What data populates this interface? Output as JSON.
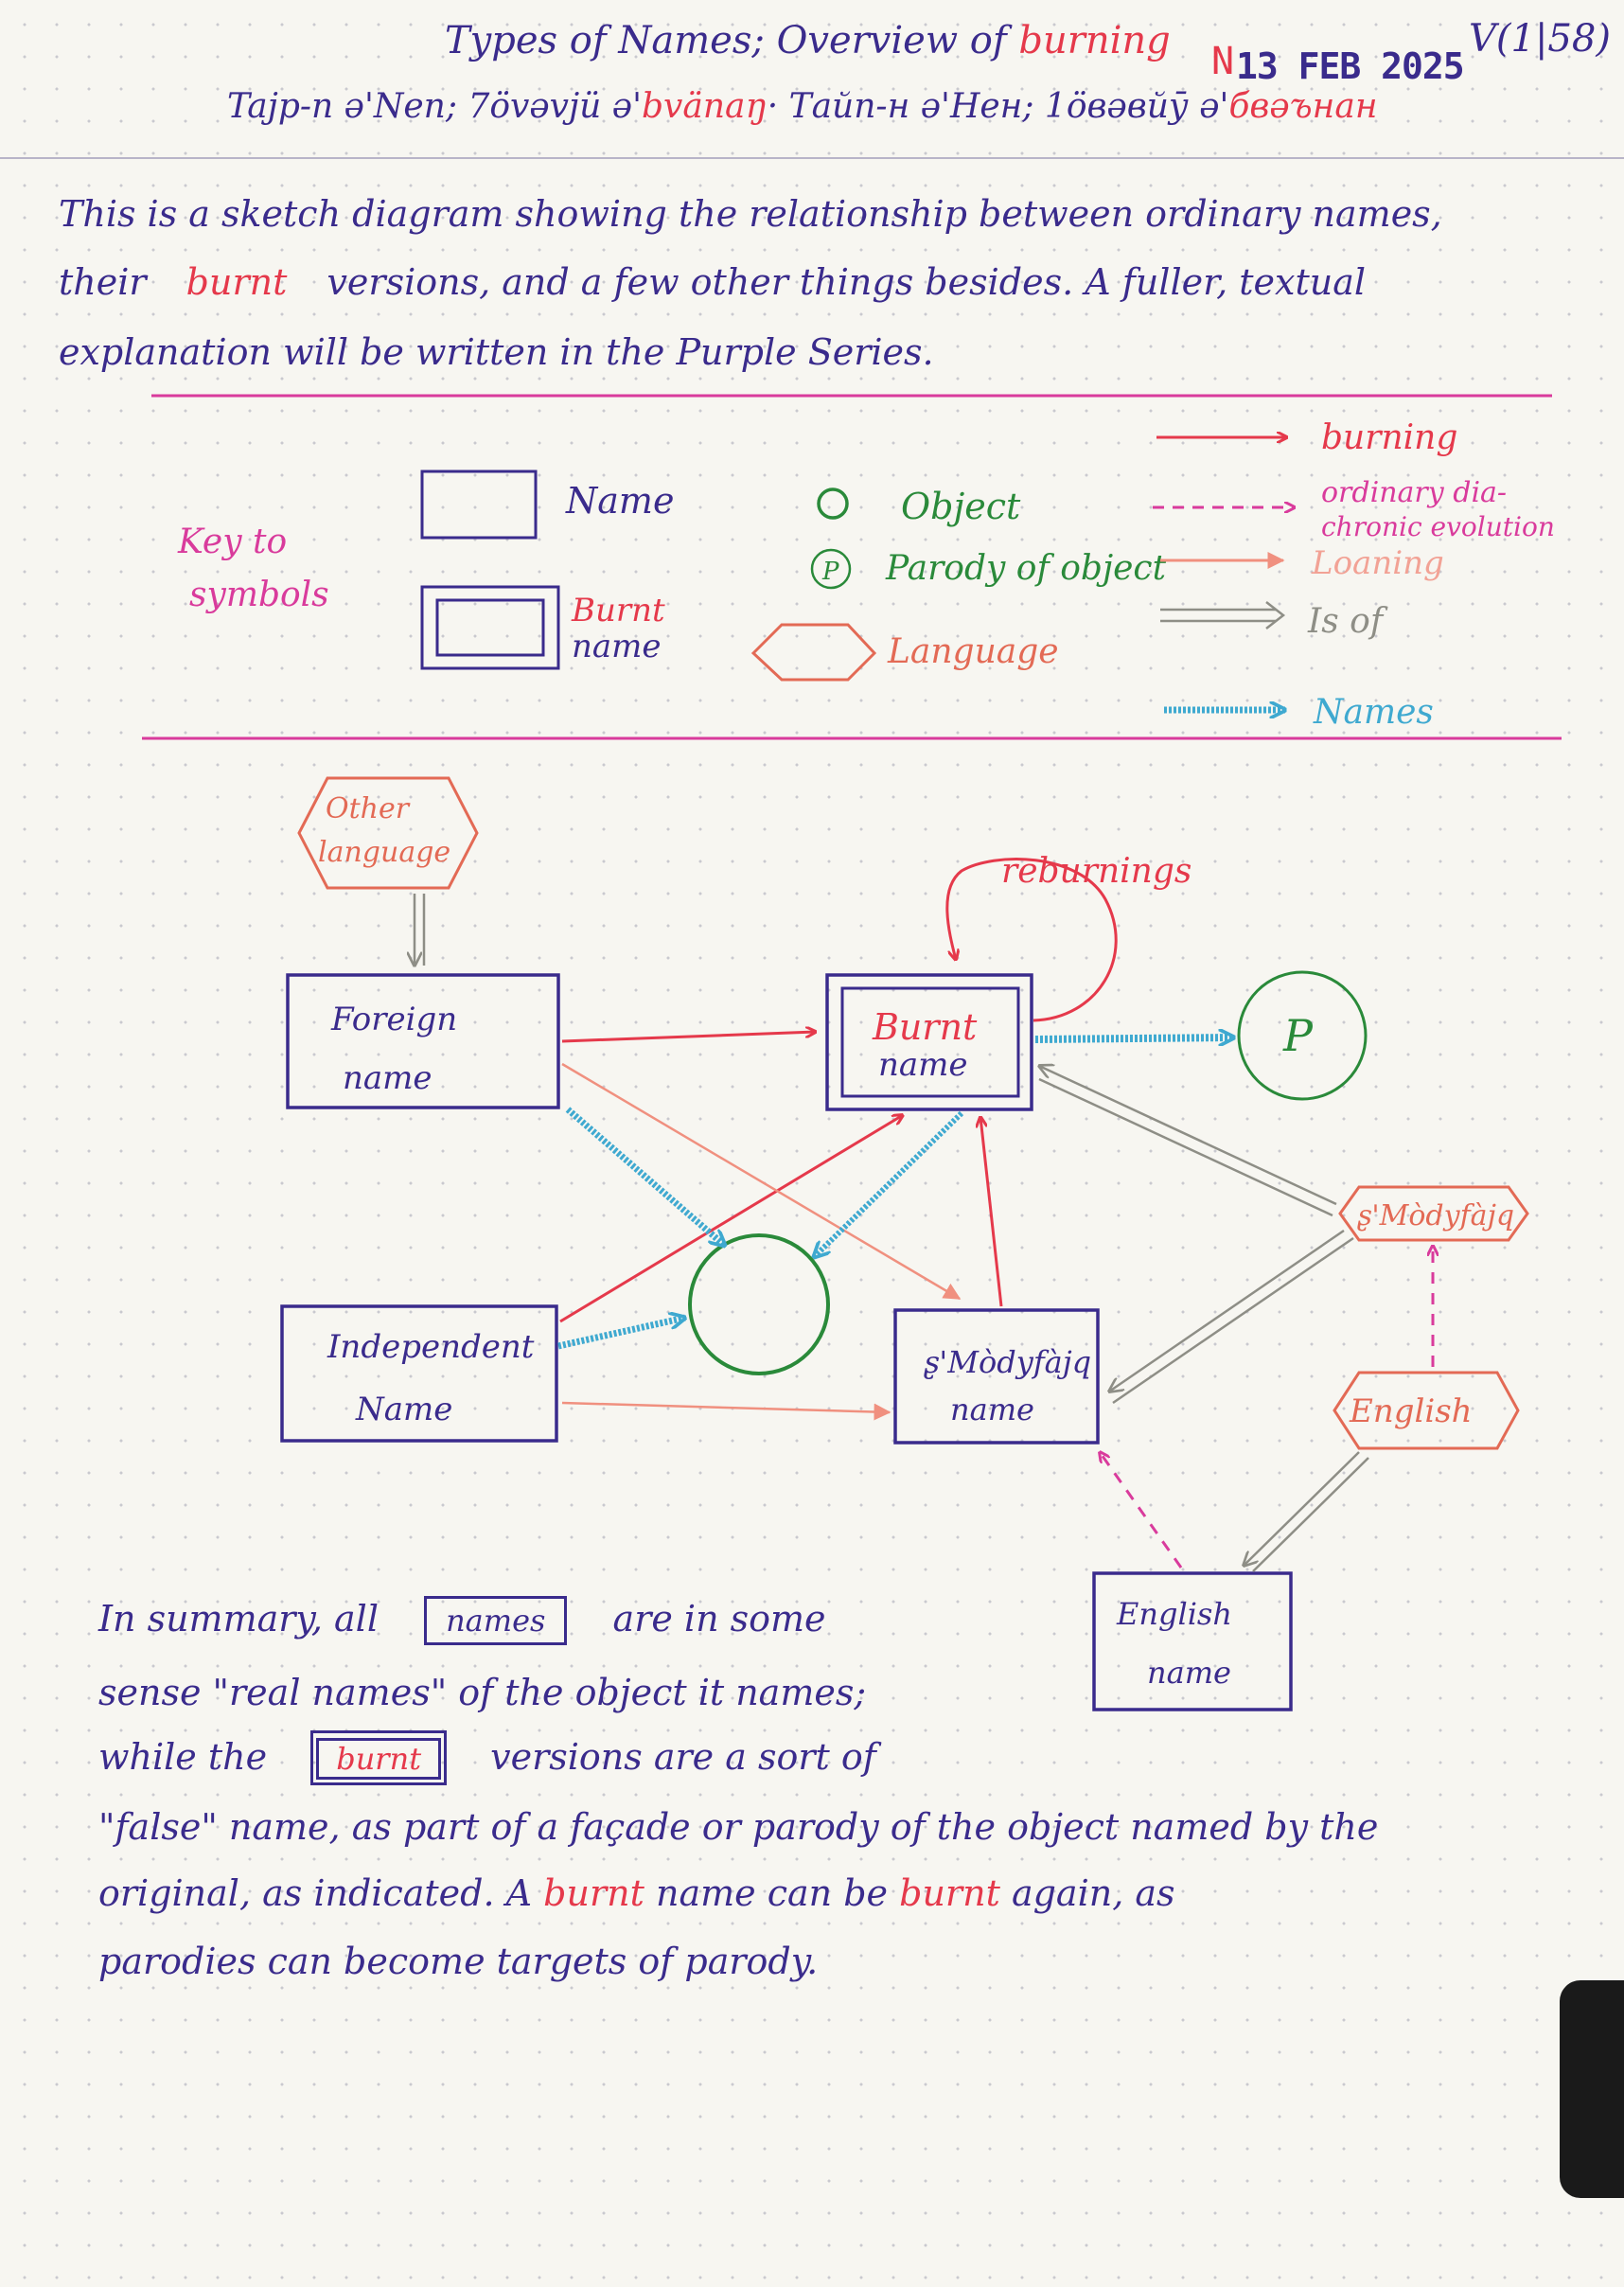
{
  "header": {
    "title_prefix": "Types of Names; Overview of",
    "title_burning": "burning",
    "stamp_n": "N",
    "date": "13 FEB 2025",
    "page_ref": "V(1|58)",
    "subtitle_a": "Tajp-n ə'Nen;  7övəvjü ə'",
    "subtitle_burn": "bvänaŋ",
    "subtitle_b": "· Тайп-н ə'Нен;  1öвəвйӯ ə'",
    "subtitle_burn2": "бвəънан"
  },
  "intro": {
    "line1": "This is a sketch diagram showing the relationship between ordinary names,",
    "line2a": "their",
    "line2_burnt": "burnt",
    "line2b": "versions, and a few other things besides. A fuller, textual",
    "line3": "explanation will be written in the Purple Series."
  },
  "key": {
    "heading1": "Key to",
    "heading2": "symbols",
    "name": "Name",
    "burnt1": "Burnt",
    "burnt2": "name",
    "object": "Object",
    "parody_symbol": "P",
    "parody": "Parody of object",
    "language": "Language",
    "burning": "burning",
    "evolution1": "ordinary dia-",
    "evolution2": "chronic evolution",
    "loaning": "Loaning",
    "is_of": "Is of",
    "names": "Names"
  },
  "diagram": {
    "other_language1": "Other",
    "other_language2": "language",
    "foreign1": "Foreign",
    "foreign2": "name",
    "burnt1": "Burnt",
    "burnt2": "name",
    "reburnings": "reburnings",
    "parody_symbol": "P",
    "modyfajq_lang": "ʂ'Mòdyfàjq",
    "independent1": "Independent",
    "independent2": "Name",
    "modyfajq1": "ʂ'Mòdyfàjq",
    "modyfajq2": "name",
    "english_lang": "English",
    "english1": "English",
    "english2": "name"
  },
  "summary": {
    "l1a": "In summary, all",
    "l1_box": "names",
    "l1b": "are in some",
    "l2": "sense \"real names\" of the object it names;",
    "l3a": "while the",
    "l3_box": "burnt",
    "l3b": "versions are a sort of",
    "l4": "\"false\" name, as part of a façade or parody of the object named by the",
    "l5a": "original, as indicated.  A",
    "l5_burnt": "burnt",
    "l5b": "name can be",
    "l5_burnt2": "burnt",
    "l5c": "again, as",
    "l6": "parodies can become targets of parody."
  },
  "colors": {
    "ink_purple": "#3a2b8c",
    "burn_red": "#e5394b",
    "key_pink": "#d93b9c",
    "object_green": "#2a8a3a",
    "language_orange": "#e36a55",
    "isof_gray": "#8e8e86",
    "names_cyan": "#3fa9d0"
  }
}
